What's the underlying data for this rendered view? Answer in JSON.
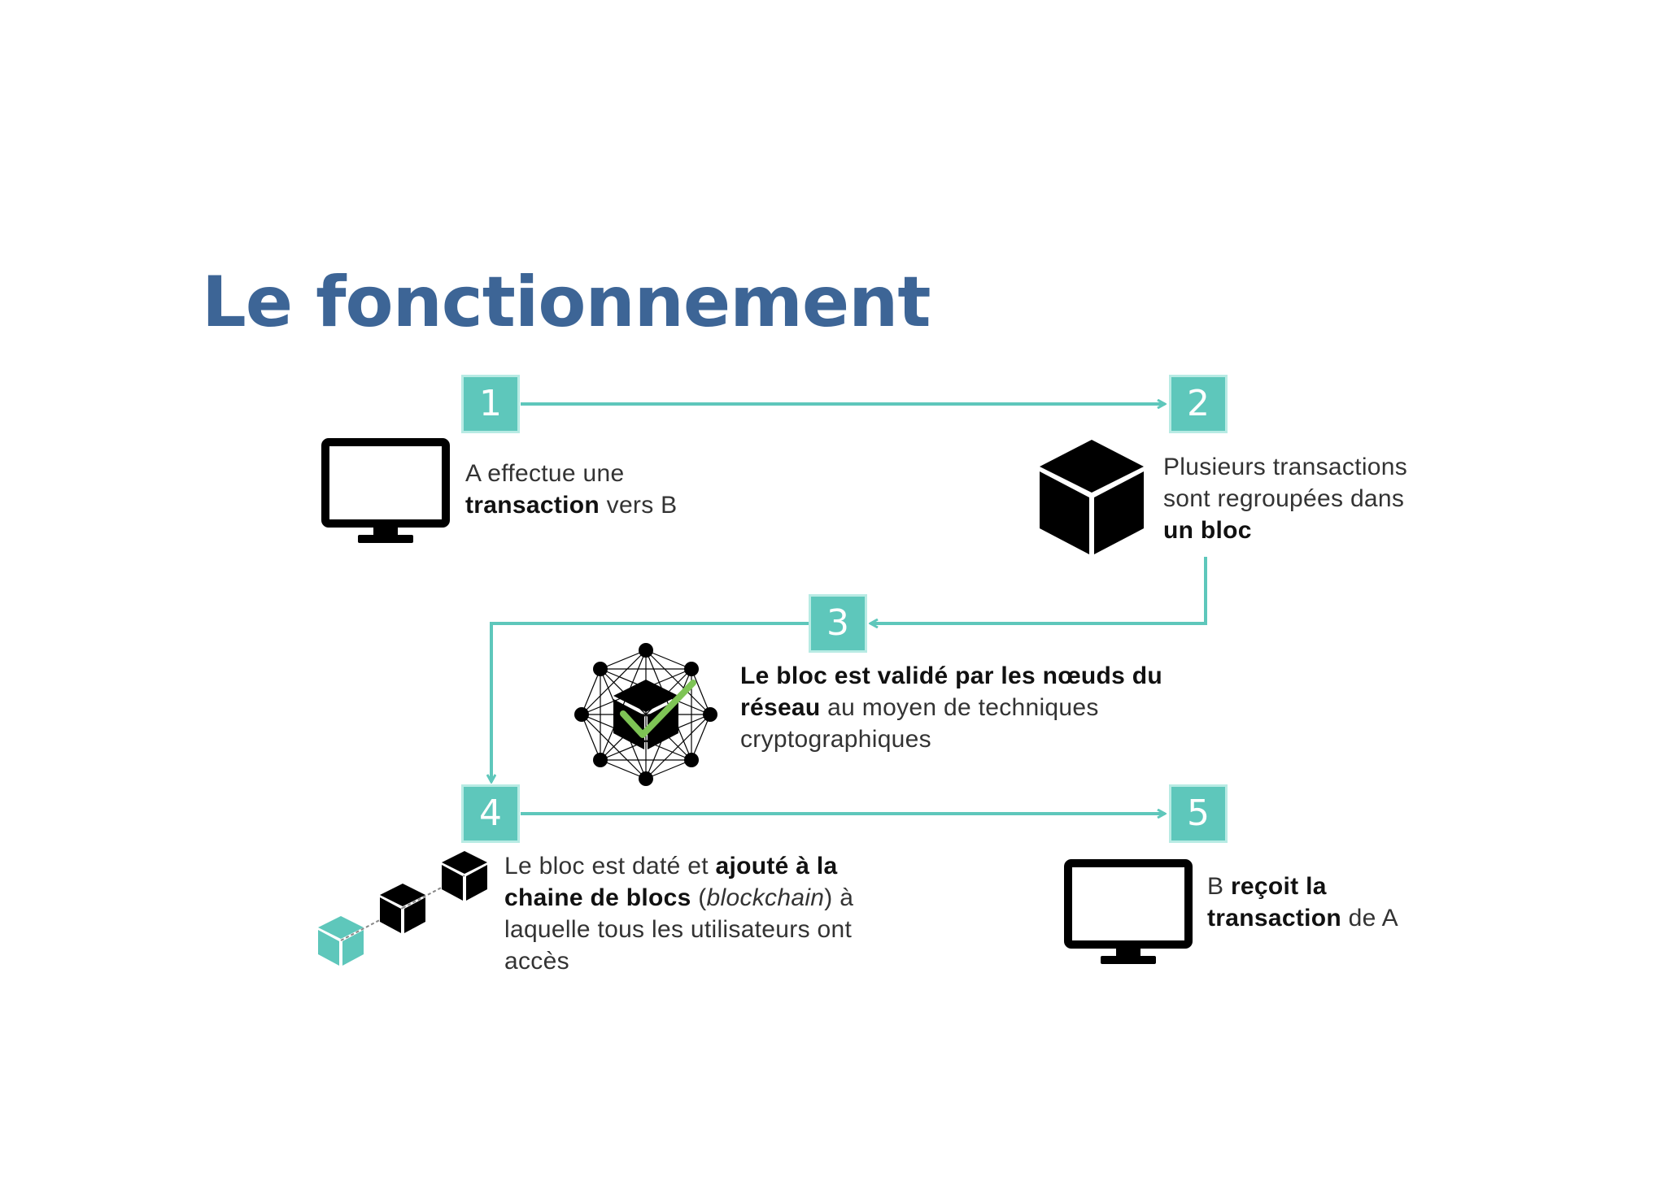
{
  "title": "Le fonctionnement",
  "colors": {
    "title": "#3d6596",
    "accent": "#5ec7bb",
    "icon": "#000000"
  },
  "steps": [
    {
      "number": "1",
      "icon": "monitor-icon",
      "text": {
        "p1": "A effectue une",
        "b1": "transaction",
        "p2": " vers B"
      }
    },
    {
      "number": "2",
      "icon": "cube-icon",
      "text": {
        "p1": "Plusieurs transactions sont regroupées dans",
        "b1": "un bloc"
      }
    },
    {
      "number": "3",
      "icon": "network-check-icon",
      "text": {
        "b1": "Le bloc est validé par les nœuds du réseau",
        "p1": " au moyen de techniques cryptographiques"
      }
    },
    {
      "number": "4",
      "icon": "blockchain-icon",
      "text": {
        "p1": "Le bloc est daté et ",
        "b1": "ajouté à la chaine de blocs",
        "p2": " (",
        "i1": "blockchain",
        "p3": ") à laquelle tous les utilisateurs ont accès"
      }
    },
    {
      "number": "5",
      "icon": "monitor-icon",
      "text": {
        "p1": "B ",
        "b1": "reçoit la transaction",
        "p2": " de A"
      }
    }
  ]
}
